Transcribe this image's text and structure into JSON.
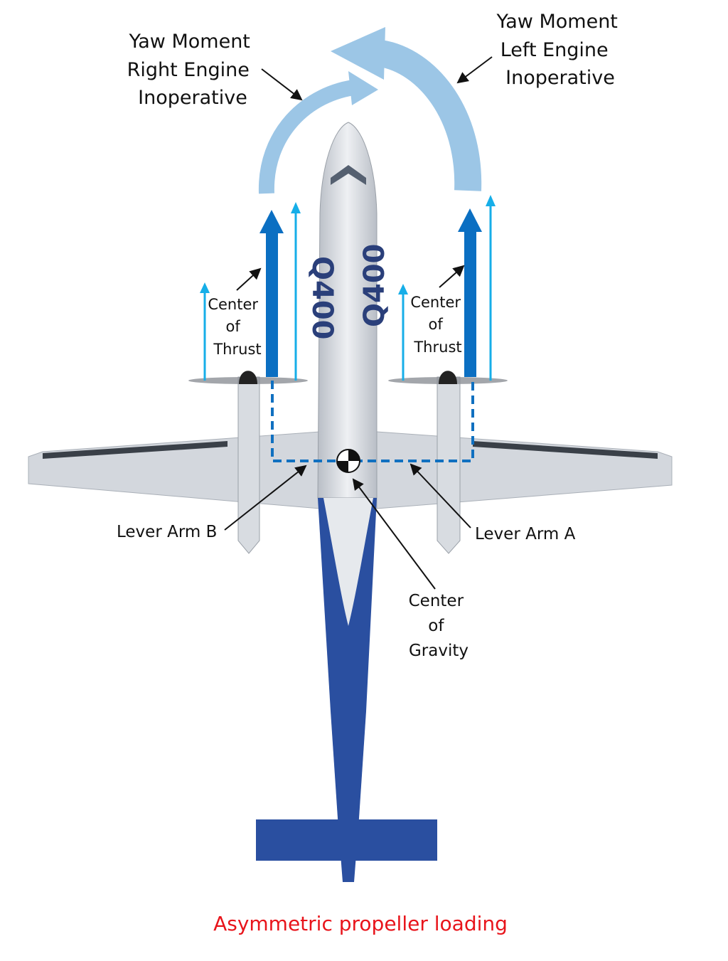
{
  "labels": {
    "yaw_right": [
      "Yaw Moment",
      "Right Engine",
      "Inoperative"
    ],
    "yaw_left": [
      "Yaw Moment",
      "Left Engine",
      "Inoperative"
    ],
    "thrust_left": [
      "Center",
      "of",
      "Thrust"
    ],
    "thrust_right": [
      "Center",
      "of",
      "Thrust"
    ],
    "lever_b": "Lever Arm B",
    "lever_a": "Lever Arm A",
    "cg": [
      "Center",
      "of",
      "Gravity"
    ],
    "caption": "Asymmetric propeller loading"
  },
  "livery_text": "Q400",
  "colors": {
    "yaw_arrow": "#9cc6e6",
    "thrust_main": "#0b6fc2",
    "thrust_thin": "#16aee8",
    "lever_dash": "#1070c0",
    "livery_blue": "#2a4fa0",
    "caption": "#e8141b"
  }
}
